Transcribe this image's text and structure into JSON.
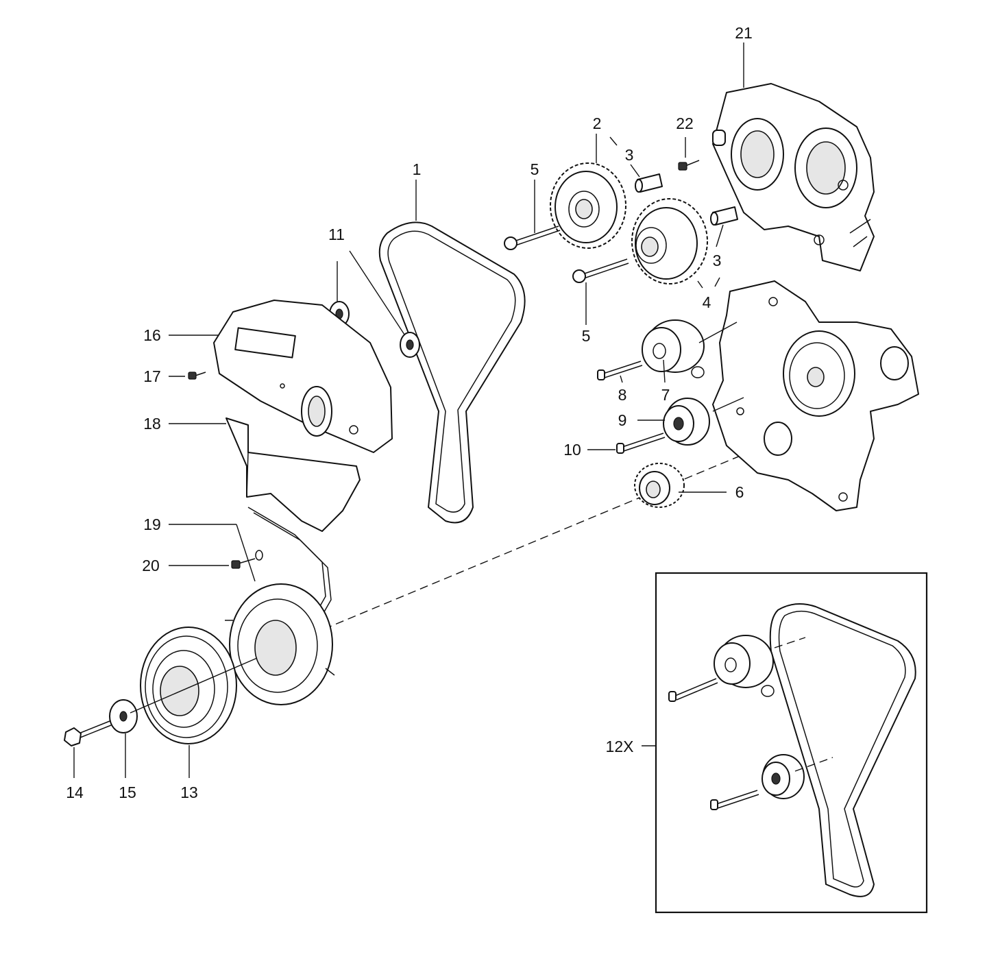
{
  "callouts": {
    "c1": "1",
    "c2": "2",
    "c3a": "3",
    "c3b": "3",
    "c4": "4",
    "c5a": "5",
    "c5b": "5",
    "c6": "6",
    "c7": "7",
    "c8": "8",
    "c9": "9",
    "c10": "10",
    "c11": "11",
    "c12x": "12X",
    "c13": "13",
    "c14": "14",
    "c15": "15",
    "c16": "16",
    "c17": "17",
    "c18": "18",
    "c19": "19",
    "c20": "20",
    "c21": "21",
    "c22": "22"
  }
}
